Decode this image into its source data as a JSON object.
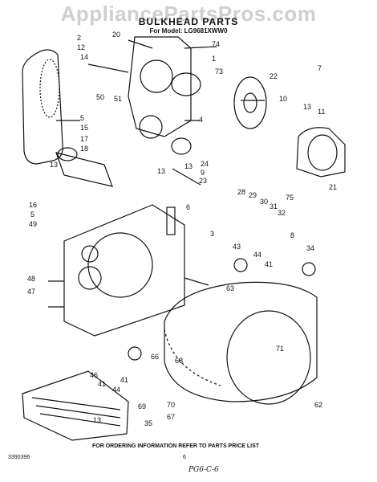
{
  "watermark": "AppliancePartsPros.com",
  "title": "BULKHEAD PARTS",
  "model": "For Model: LG9681XWW0",
  "footer": "FOR ORDERING INFORMATION REFER TO PARTS PRICE LIST",
  "doc_code": "3390396",
  "page_number": "6",
  "handwritten": "PG6-C-6",
  "callouts": [
    "2",
    "12",
    "14",
    "20",
    "74",
    "1",
    "73",
    "7",
    "50",
    "51",
    "22",
    "10",
    "5",
    "15",
    "17",
    "18",
    "11",
    "13",
    "4",
    "13",
    "24",
    "9",
    "23",
    "75",
    "21",
    "13",
    "16",
    "5",
    "49",
    "6",
    "28",
    "29",
    "30",
    "31",
    "32",
    "3",
    "43",
    "8",
    "44",
    "34",
    "41",
    "48",
    "47",
    "63",
    "68",
    "71",
    "62",
    "46",
    "41",
    "44",
    "41",
    "69",
    "66",
    "70",
    "67",
    "35",
    "13",
    "13"
  ]
}
